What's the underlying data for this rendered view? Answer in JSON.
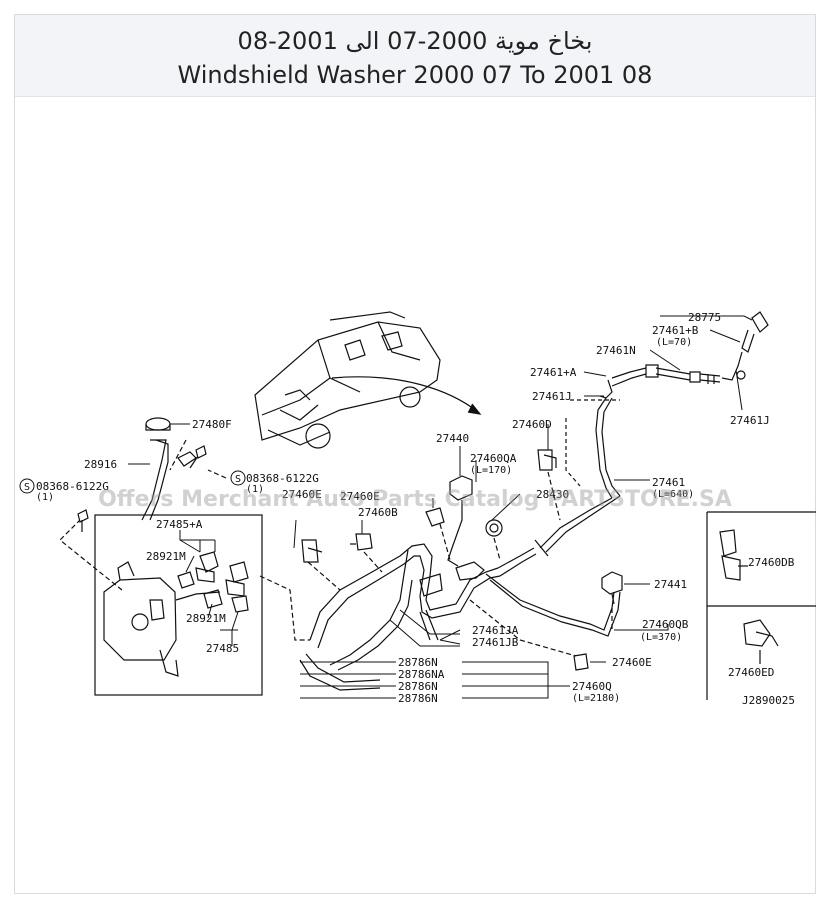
{
  "header": {
    "title_ar": "بخاخ موية 2000-07 الى 2001-08",
    "title_en": "Windshield Washer 2000 07 To 2001 08"
  },
  "watermark": "Offers Merchant Auto Parts Catalog PARTSTORE.SA",
  "diagram_code": "J2890025",
  "parts": {
    "p28775": "28775",
    "p27461B": "27461+B",
    "p27461B_len": "(L=70)",
    "p27461N": "27461N",
    "p27461A": "27461+A",
    "p27461J_top": "27461J",
    "p27461J_right": "27461J",
    "p27460D": "27460D",
    "p27440": "27440",
    "p27460QA": "27460QA",
    "p27460QA_len": "(L=170)",
    "p27480F": "27480F",
    "p28916": "28916",
    "p08368_left": "08368-6122G",
    "p08368_left_qty": "(1)",
    "p08368_right": "08368-6122G",
    "p08368_right_qty": "(1)",
    "p27485A": "27485+A",
    "p28921M_top": "28921M",
    "p28921M_bottom": "28921M",
    "p27485": "27485",
    "p27460B": "27460B",
    "p28430": "28430",
    "p27461": "27461",
    "p27461_len": "(L=640)",
    "p27460DB": "27460DB",
    "p27441": "27441",
    "p27460QB": "27460QB",
    "p27460QB_len": "(L=370)",
    "p27461JA": "27461JA",
    "p27461JB": "27461JB",
    "p27460E": "27460E",
    "p28786N_1": "28786N",
    "p28786NA": "28786NA",
    "p28786N_2": "28786N",
    "p28786N_3": "28786N",
    "p27460Q": "27460Q",
    "p27460Q_len": "(L=2180)",
    "p27460ED": "27460ED",
    "p27460E_mid": "27460E",
    "p27460E_right": "27460E",
    "s_symbol": "S"
  }
}
